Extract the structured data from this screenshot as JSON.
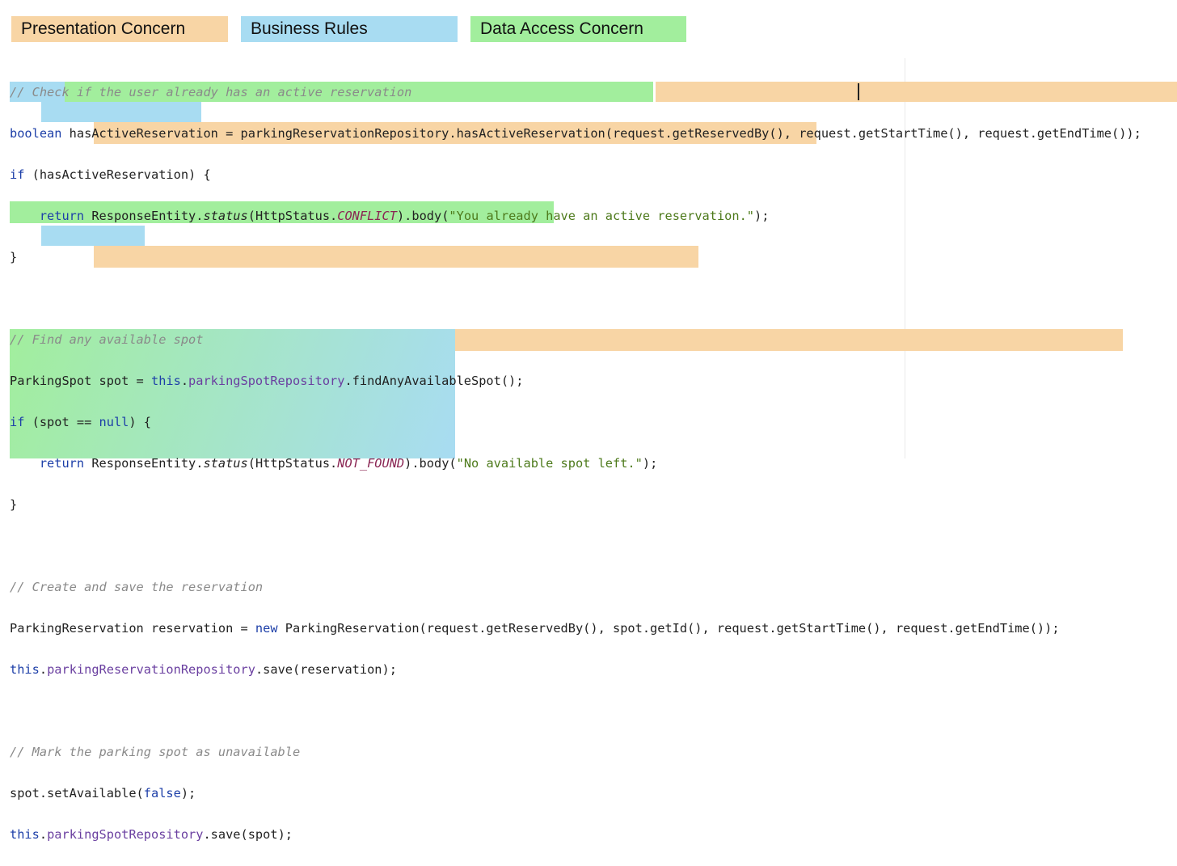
{
  "legend": {
    "presentation": "Presentation Concern",
    "business": "Business Rules",
    "data_access": "Data Access Concern"
  },
  "colors": {
    "presentation": "#f8d5a5",
    "business": "#a8dcf2",
    "data_access": "#a2ee9d"
  },
  "code": {
    "l1": "// Check if the user already has an active reservation",
    "l2a": "boolean",
    "l2b": " hasActiveReservation = parkingReservationRepository.hasActiveReservation(request.getReservedBy(), request.getStartTime(), request.getEndTime());",
    "l3a": "if",
    "l3b": " (hasActiveReservation) {",
    "l4a": "    return",
    "l4b": " ResponseEntity.",
    "l4c": "status",
    "l4d": "(HttpStatus.",
    "l4e": "CONFLICT",
    "l4f": ").body(",
    "l4g": "\"You already have an active reservation.\"",
    "l4h": ");",
    "l5": "}",
    "l7": "// Find any available spot",
    "l8a": "ParkingSpot spot = ",
    "l8b": "this",
    "l8c": ".",
    "l8d": "parkingSpotRepository",
    "l8e": ".findAnyAvailableSpot();",
    "l9a": "if",
    "l9b": " (spot == ",
    "l9c": "null",
    "l9d": ") {",
    "l10a": "    return",
    "l10b": " ResponseEntity.",
    "l10c": "status",
    "l10d": "(HttpStatus.",
    "l10e": "NOT_FOUND",
    "l10f": ").body(",
    "l10g": "\"No available spot left.\"",
    "l10h": ");",
    "l11": "}",
    "l13": "// Create and save the reservation",
    "l14a": "ParkingReservation reservation = ",
    "l14b": "new",
    "l14c": " ParkingReservation(request.getReservedBy(), spot.getId(), request.getStartTime(), request.getEndTime());",
    "l15a": "this",
    "l15b": ".",
    "l15c": "parkingReservationRepository",
    "l15d": ".save(reservation);",
    "l17": "// Mark the parking spot as unavailable",
    "l18a": "spot.setAvailable(",
    "l18b": "false",
    "l18c": ");",
    "l19a": "this",
    "l19b": ".",
    "l19c": "parkingSpotRepository",
    "l19d": ".save(spot);"
  }
}
